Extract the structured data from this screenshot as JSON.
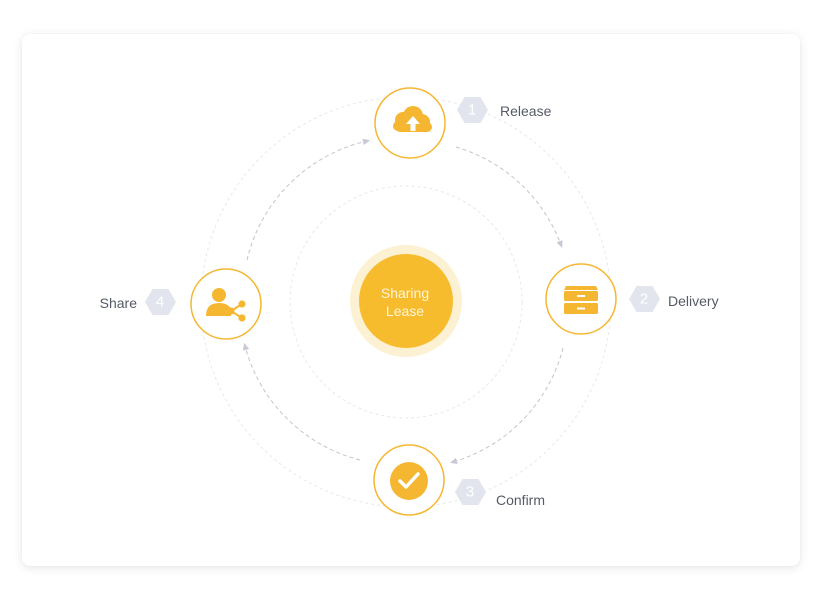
{
  "center": {
    "line1": "Sharing",
    "line2": "Lease"
  },
  "steps": [
    {
      "number": "1",
      "label": "Release",
      "icon": "cloud-upload-icon"
    },
    {
      "number": "2",
      "label": "Delivery",
      "icon": "drawer-cabinet-icon"
    },
    {
      "number": "3",
      "label": "Confirm",
      "icon": "check-circle-icon"
    },
    {
      "number": "4",
      "label": "Share",
      "icon": "user-share-icon"
    }
  ],
  "colors": {
    "accent": "#f5b731",
    "accent_light": "#f9c43a",
    "halo": "#fdf1d3",
    "hex_badge": "#e3e5ee",
    "dashed": "#c9ccd4"
  }
}
